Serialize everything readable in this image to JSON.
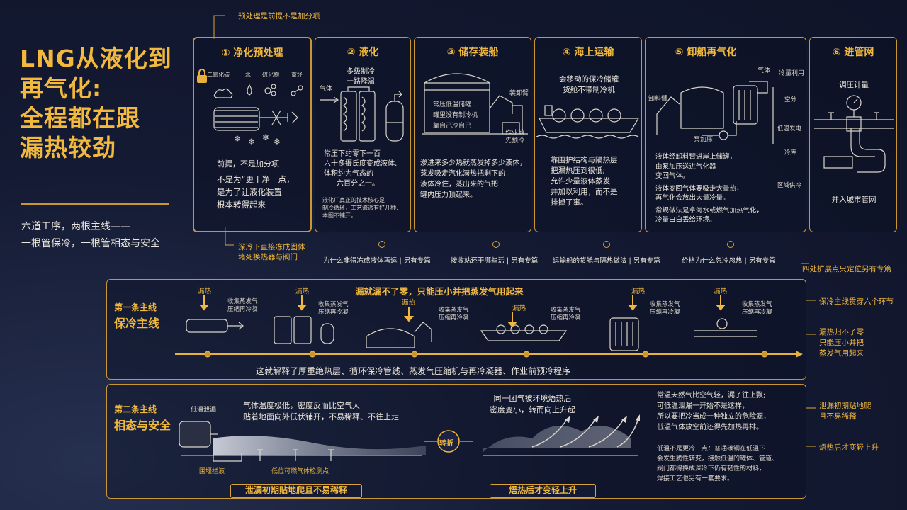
{
  "title": "LNG从液化到再气化：全程都在跟漏热较劲",
  "title_lines": [
    "LNG从液化到",
    "再气化:",
    "全程都在跟",
    "漏热较劲"
  ],
  "subtitle_lines": [
    "六道工序，两根主线——",
    "一根管保冷，一根管相态与安全"
  ],
  "annotations": {
    "top": "预处理是前提不是加分项",
    "bottom_left_1": "深冷下直接冻成固体",
    "bottom_left_2": "堵死换热器与阀门",
    "four_ext": "四处扩展点只定位另有专篇"
  },
  "steps": [
    {
      "title": "① 净化预处理",
      "labels": [
        "二氧化碳",
        "水",
        "硫化物",
        "重烃"
      ],
      "highlight": "前提，不是加分项",
      "body": [
        "不是为“更干净一点，",
        "是为了让液化装置",
        "根本转得起来"
      ]
    },
    {
      "title": "② 液化",
      "top_label": [
        "多级制冷",
        "一路降温"
      ],
      "gas_label": "气体",
      "body": [
        "常压下约零下一百",
        "六十多摄氏度变成液体,",
        "体积约为气态的",
        "六百分之一。"
      ],
      "small": [
        "液化厂真正的技术核心是",
        "制冷循环，工艺流派有好几种,",
        "本图不铺开。"
      ]
    },
    {
      "title": "③ 储存装船",
      "tank_text": [
        "常压低温储罐",
        "罐里没有制冷机",
        "靠自己冷自己"
      ],
      "arm_label": "装卸臂",
      "side_label": [
        "作业前",
        "先预冷"
      ],
      "body": [
        "渗进来多少热就蒸发掉多少液体，",
        "蒸发吸走汽化潜热把剩下的",
        "液体冷住，蒸出来的气把",
        "罐内压力顶起来。"
      ]
    },
    {
      "title": "④ 海上运输",
      "top_label": [
        "会移动的保冷储罐",
        "货舱不带制冷机"
      ],
      "body": [
        "靠围护结构与隔热层",
        "把漏热压到很低;",
        "允许少量液体蒸发",
        "并加以利用，而不是",
        "排掉了事。"
      ]
    },
    {
      "title": "⑤ 卸船再气化",
      "labels": {
        "arm": "卸料臂",
        "pump": "泵加压",
        "gas": "气体",
        "cold": "冷量利用"
      },
      "uses": [
        "空分",
        "低温发电",
        "冷库",
        "区域供冷"
      ],
      "body": [
        "液体经卸料臂进岸上储罐，",
        "由泵加压送进气化器",
        "变回气体。",
        "液体变回气体要吸走大量热，",
        "再气化会放出大量冷量。",
        "常规做法是拿海水或燃气加热气化，",
        "冷量白白丢给环境。"
      ]
    },
    {
      "title": "⑥ 进管网",
      "top_label": "调压计量",
      "bottom_label": "并入城市管网"
    }
  ],
  "extensions": [
    "为什么非得冻成液体再运 | 另有专篇",
    "接收站还干哪些活 | 另有专篇",
    "运输船的货舱与隔热做法 | 另有专篇",
    "价格为什么忽冷忽热 | 另有专篇"
  ],
  "mainline1": {
    "label_small": "第一条主线",
    "label_big": "保冷主线",
    "top_text": "漏就漏不了零，只能压小并把蒸发气用起来",
    "leak_label": "漏热",
    "collect_label": [
      "收集蒸发气",
      "压缩再冷凝"
    ],
    "bottom_text": "这就解释了厚重绝热层、循环保冷管线、蒸发气压缩机与再冷凝器、作业前预冷程序",
    "right_1": "保冷主线贯穿六个环节",
    "right_2": [
      "漏热归不了零",
      "只能压小并把",
      "蒸发气用起来"
    ]
  },
  "mainline2": {
    "label_small": "第二条主线",
    "label_big": "相态与安全",
    "leak_label": "低温泄漏",
    "left_text": [
      "气体温度极低，密度反而比空气大",
      "贴着地面向外低伏铺开，不易稀释、不往上走"
    ],
    "dike_label": "围堰拦液",
    "detector_label": "低位可燃气体检测点",
    "turn_label": "转折",
    "mid_text": [
      "同一团气被环境焐热后",
      "密度变小，转而向上升起"
    ],
    "right_text_1": [
      "常温天然气比空气轻，漏了往上飘;",
      "可低温泄漏一开始不是这样，",
      "所以要把冷当成一种独立的危险源，",
      "低温气体放空前还得先加热再排。"
    ],
    "right_text_2": [
      "低温不是更冷一点：普通碳钢在低温下",
      "会发生脆性转变，接触低温的罐体、管道、",
      "阀门都得换成深冷下仍有韧性的材料，",
      "焊接工艺也另有一套要求。"
    ],
    "banner_left": "泄漏初期贴地爬且不易稀释",
    "banner_right": "焐热后才变轻上升",
    "right_anno_1": [
      "泄漏初期贴地爬",
      "且不易稀释"
    ],
    "right_anno_2": "焐热后才变轻上升"
  }
}
